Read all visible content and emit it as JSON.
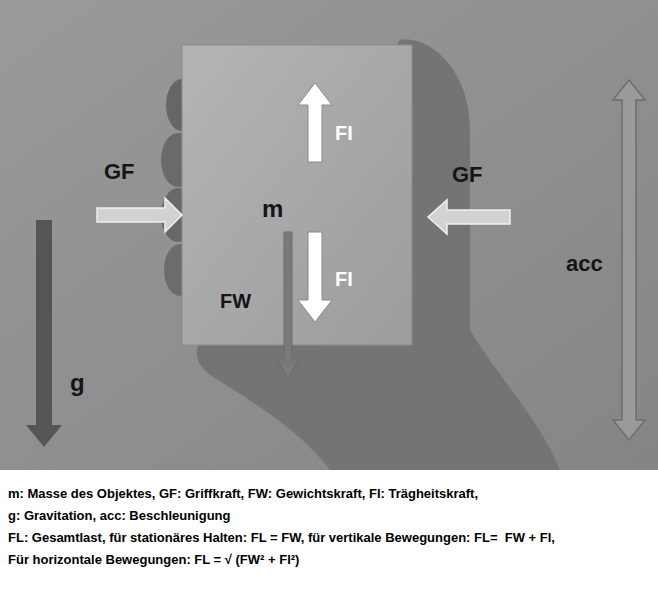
{
  "diagram": {
    "labels": [
      "GF",
      "GF",
      "FI",
      "FI",
      "m",
      "FW",
      "g",
      "acc",
      "m: Masse des Objektes, GF: Griffkraft, FW: Gewichtskraft, FI: Trägheitskraft,",
      "g: Gravitation, acc: Beschleunigung",
      "FL: Gesamtlast, für stationäres Halten: FL = FW, für vertikale Bewegungen: FL=  FW + FI,",
      "Für horizontale Bewegungen: FL = √ (FW² + FI²)"
    ]
  }
}
